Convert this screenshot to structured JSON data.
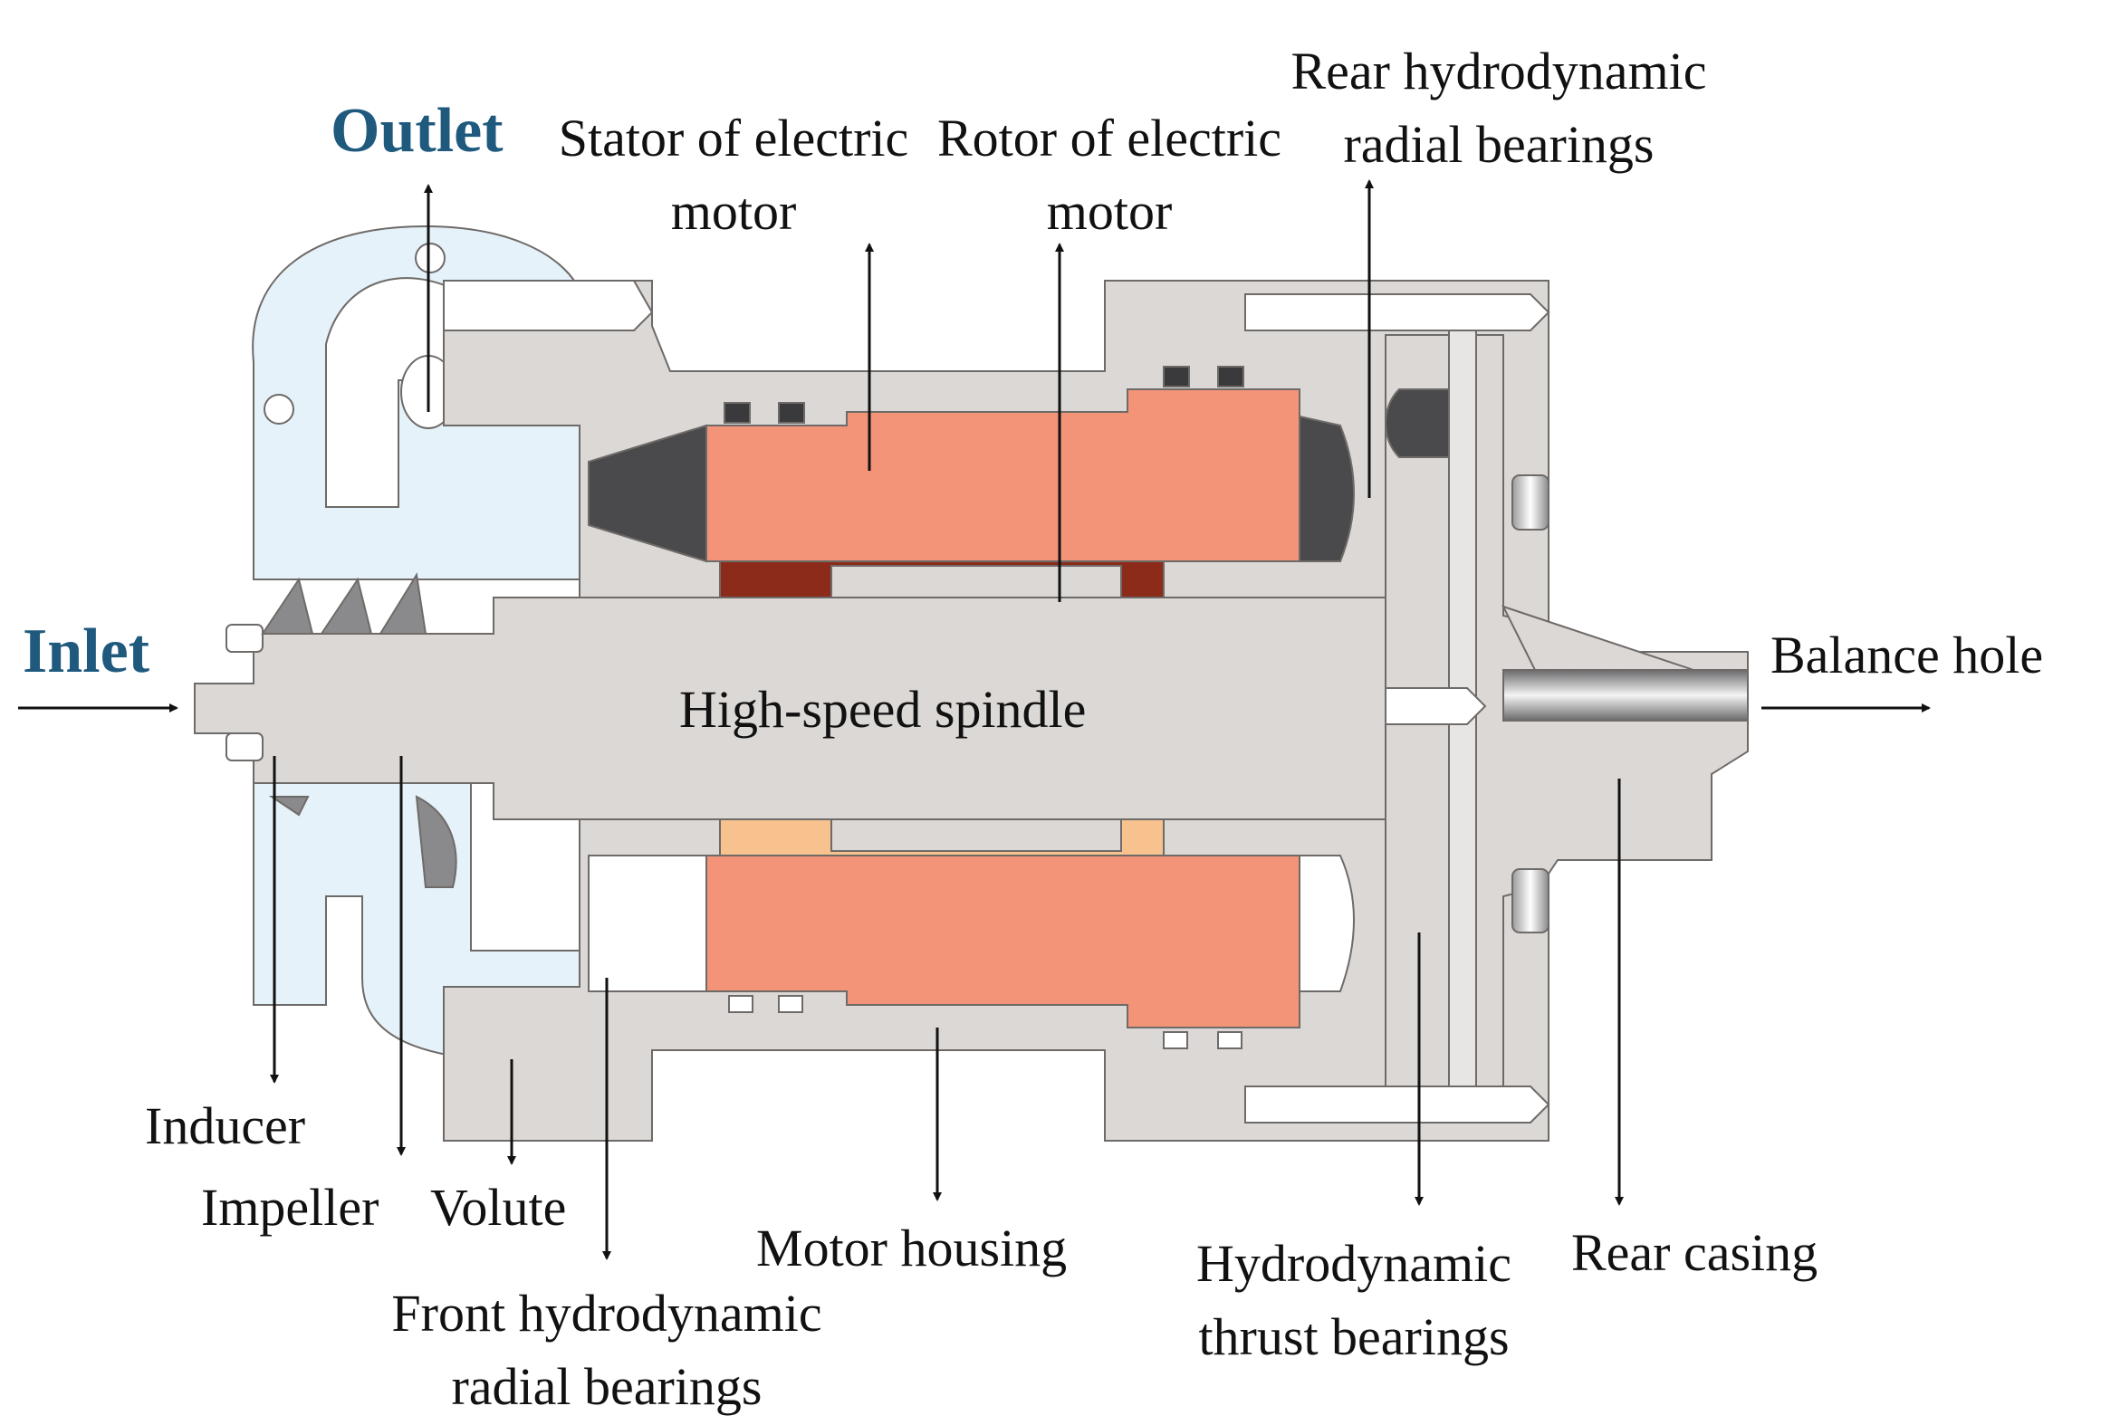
{
  "colors": {
    "accent": "#1f5a7e",
    "housing": "#dcd8d6",
    "housing_stroke": "#6e6a68",
    "stator": "#f39479",
    "rotor_dark": "#8c2b1a",
    "rotor_light": "#f8c28f",
    "volute": "#e5f2fa",
    "dark_part": "#4a4a4d",
    "white_part": "#ffffff"
  },
  "labels": {
    "outlet": "Outlet",
    "inlet": "Inlet",
    "stator": "Stator of electric motor",
    "rotor": "Rotor of electric motor",
    "rear_radial": "Rear hydrodynamic radial bearings",
    "balance_hole": "Balance hole",
    "spindle": "High-speed spindle",
    "inducer": "Inducer",
    "impeller": "Impeller",
    "volute": "Volute",
    "front_radial": "Front hydrodynamic radial bearings",
    "motor_housing": "Motor housing",
    "thrust": "Hydrodynamic thrust bearings",
    "rear_casing": "Rear casing"
  }
}
